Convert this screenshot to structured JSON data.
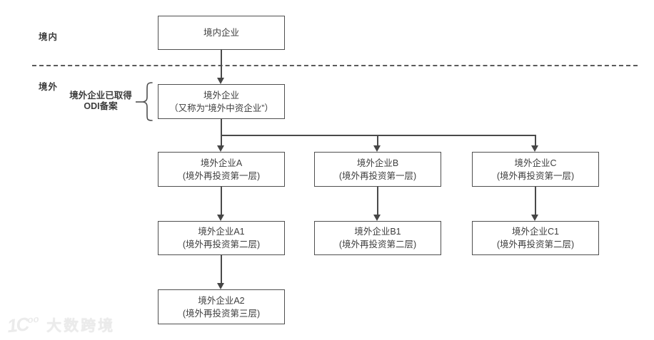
{
  "regions": {
    "domestic_label": "境内",
    "overseas_label": "境外"
  },
  "annotation": {
    "line1": "境外企业已取得",
    "line2": "ODI备案"
  },
  "nodes": {
    "domestic_company": {
      "line1": "境内企业",
      "line2": ""
    },
    "overseas_company": {
      "line1": "境外企业",
      "line2": "（又称为“境外中资企业”）"
    },
    "company_a": {
      "line1": "境外企业A",
      "line2": "(境外再投资第一层)"
    },
    "company_b": {
      "line1": "境外企业B",
      "line2": "(境外再投资第一层)"
    },
    "company_c": {
      "line1": "境外企业C",
      "line2": "(境外再投资第一层)"
    },
    "company_a1": {
      "line1": "境外企业A1",
      "line2": "(境外再投资第二层)"
    },
    "company_b1": {
      "line1": "境外企业B1",
      "line2": "(境外再投资第二层)"
    },
    "company_c1": {
      "line1": "境外企业C1",
      "line2": "(境外再投资第二层)"
    },
    "company_a2": {
      "line1": "境外企业A2",
      "line2": "(境外再投资第三层)"
    }
  },
  "watermark": {
    "logo": "1C",
    "logo_sup": "oo",
    "text": "大数跨境"
  },
  "colors": {
    "box_border": "#4f4f4f",
    "line": "#4a4a4a",
    "text": "#3d3d3d",
    "watermark": "#ebebeb",
    "background": "#ffffff"
  }
}
